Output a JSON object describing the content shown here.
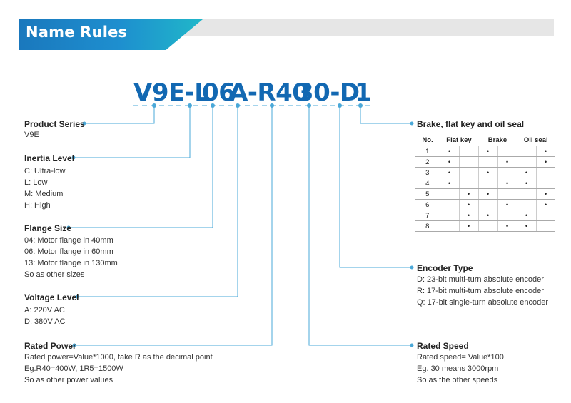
{
  "header": {
    "title": "Name Rules"
  },
  "code": [
    "V9E-L",
    "06",
    "A-R40",
    "30-D",
    "1"
  ],
  "sections": {
    "product_series": {
      "title": "Product Series",
      "lines": [
        "V9E"
      ]
    },
    "inertia": {
      "title": "Inertia Level",
      "lines": [
        "C: Ultra-low",
        "L: Low",
        "M: Medium",
        "H: High"
      ]
    },
    "flange": {
      "title": "Flange Size",
      "lines": [
        "04: Motor flange in 40mm",
        "06: Motor flange in 60mm",
        "13: Motor flange in 130mm",
        "So as other sizes"
      ]
    },
    "voltage": {
      "title": "Voltage Level",
      "lines": [
        "A: 220V AC",
        "D: 380V AC"
      ]
    },
    "power": {
      "title": "Rated Power",
      "lines": [
        "Rated power=Value*1000, take R as the decimal point",
        "Eg.R40=400W, 1R5=1500W",
        "So as other power values"
      ]
    },
    "brake": {
      "title": "Brake, flat key and oil seal"
    },
    "encoder": {
      "title": "Encoder Type",
      "lines": [
        "D: 23-bit multi-turn absolute encoder",
        "R: 17-bit multi-turn absolute encoder",
        "Q: 17-bit single-turn absolute encoder"
      ]
    },
    "speed": {
      "title": "Rated Speed",
      "lines": [
        "Rated speed= Value*100",
        "Eg. 30 means 3000rpm",
        "So as the other speeds"
      ]
    }
  },
  "brake_table": {
    "headers": [
      "No.",
      "Flat key",
      "Brake",
      "Oil seal"
    ],
    "dot": "•",
    "rows": [
      {
        "no": "1",
        "cells": [
          1,
          0,
          1,
          0,
          0,
          1
        ]
      },
      {
        "no": "2",
        "cells": [
          1,
          0,
          0,
          1,
          0,
          1
        ]
      },
      {
        "no": "3",
        "cells": [
          1,
          0,
          1,
          0,
          1,
          0
        ]
      },
      {
        "no": "4",
        "cells": [
          1,
          0,
          0,
          1,
          1,
          0
        ]
      },
      {
        "no": "5",
        "cells": [
          0,
          1,
          1,
          0,
          0,
          1
        ]
      },
      {
        "no": "6",
        "cells": [
          0,
          1,
          0,
          1,
          0,
          1
        ]
      },
      {
        "no": "7",
        "cells": [
          0,
          1,
          1,
          0,
          1,
          0
        ]
      },
      {
        "no": "8",
        "cells": [
          0,
          1,
          0,
          1,
          1,
          0
        ]
      }
    ]
  },
  "colors": {
    "accent": "#1268b2",
    "line": "#4aa8d8",
    "banner_start": "#1a78bd",
    "banner_end": "#20b7c9"
  }
}
